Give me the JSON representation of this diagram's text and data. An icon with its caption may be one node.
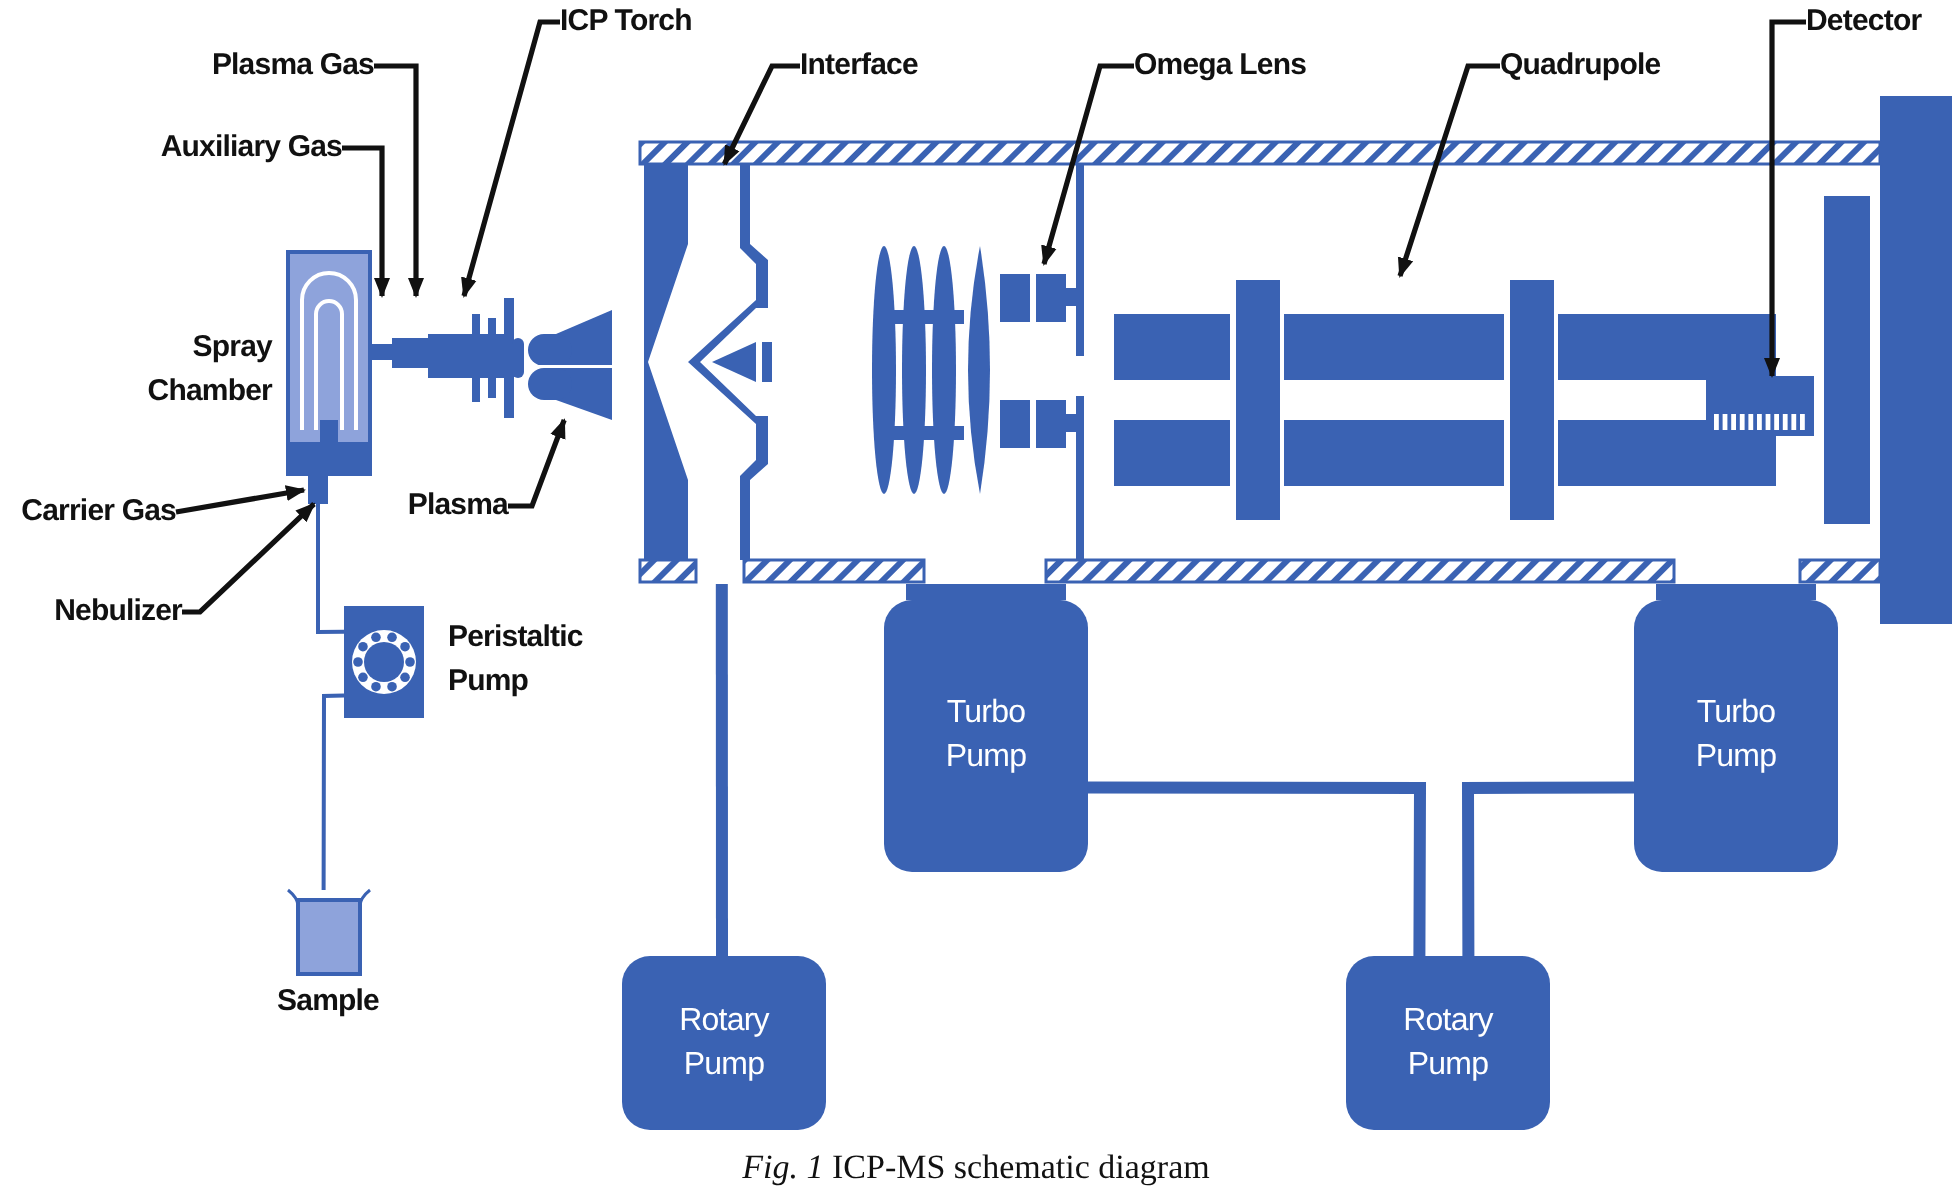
{
  "diagram": {
    "caption": "*Fig. 1* ICP-MS schematic diagram",
    "nodes": [
      {
        "text": [
          "Plasma Gas"
        ]
      },
      {
        "text": [
          "ICP Torch"
        ]
      },
      {
        "text": [
          "Interface"
        ]
      },
      {
        "text": [
          "Omega Lens"
        ]
      },
      {
        "text": [
          "Quadrupole"
        ]
      },
      {
        "text": [
          "Detector"
        ]
      },
      {
        "text": [
          "Auxiliary Gas"
        ]
      },
      {
        "text": [],
        "shape": "box"
      },
      {
        "text": [
          "Spray Chamber"
        ]
      },
      {
        "text": [],
        "shape": "picture"
      },
      {
        "text": [],
        "shape": "box"
      },
      {
        "text": [],
        "shape": "picture",
        "in": 7
      },
      {
        "text": [],
        "shape": "picture",
        "in": 7
      },
      {
        "text": [],
        "shape": "picture",
        "in": 7
      },
      {
        "text": [],
        "shape": "picture",
        "in": 7
      },
      {
        "text": [
          "Carrier Gas"
        ]
      },
      {
        "text": [],
        "shape": "box"
      },
      {
        "text": [
          "Plasma"
        ]
      },
      {
        "text": [
          "Nebulizer"
        ]
      },
      {
        "text": [
          "Peristaltic Pump"
        ]
      },
      {
        "text": [
          "Turbo Pump"
        ]
      },
      {
        "text": [
          "Turbo Pump"
        ]
      },
      {
        "text": [
          "Sample"
        ]
      },
      {
        "text": [
          "Rotary Pump"
        ]
      },
      {
        "text": [
          "Rotary Pump"
        ]
      }
    ],
    "edges": [
      {
        "from": 0,
        "to": 9,
        "arrow": "to"
      },
      {
        "from": 1,
        "to": 9,
        "arrow": "to"
      },
      {
        "from": 2,
        "to": 11,
        "arrow": "to"
      },
      {
        "from": 3,
        "to": 12,
        "arrow": "to"
      },
      {
        "from": 4,
        "to": 13,
        "arrow": "to"
      },
      {
        "from": 5,
        "to": 14,
        "arrow": "to"
      },
      {
        "from": 6,
        "to": 9,
        "arrow": "to"
      },
      {
        "from": 15,
        "to": 16,
        "arrow": "to"
      },
      {
        "from": 18,
        "to": 16,
        "arrow": "to"
      },
      {
        "from": 17,
        "to": 10,
        "arrow": "to"
      },
      {
        "from": 16,
        "to": 19,
        "arrow": "none",
        "color": "#3a62b3"
      },
      {
        "from": 19,
        "to": 22,
        "arrow": "none",
        "color": "#3a62b3"
      },
      {
        "from": 23,
        "to": 7,
        "arrow": "none",
        "style": "thick",
        "color": "#3a62b3"
      },
      {
        "from": 20,
        "to": 24,
        "arrow": "none",
        "style": "thick",
        "color": "#3a62b3"
      },
      {
        "from": 21,
        "to": 24,
        "arrow": "none",
        "style": "thick",
        "color": "#3a62b3"
      }
    ]
  }
}
